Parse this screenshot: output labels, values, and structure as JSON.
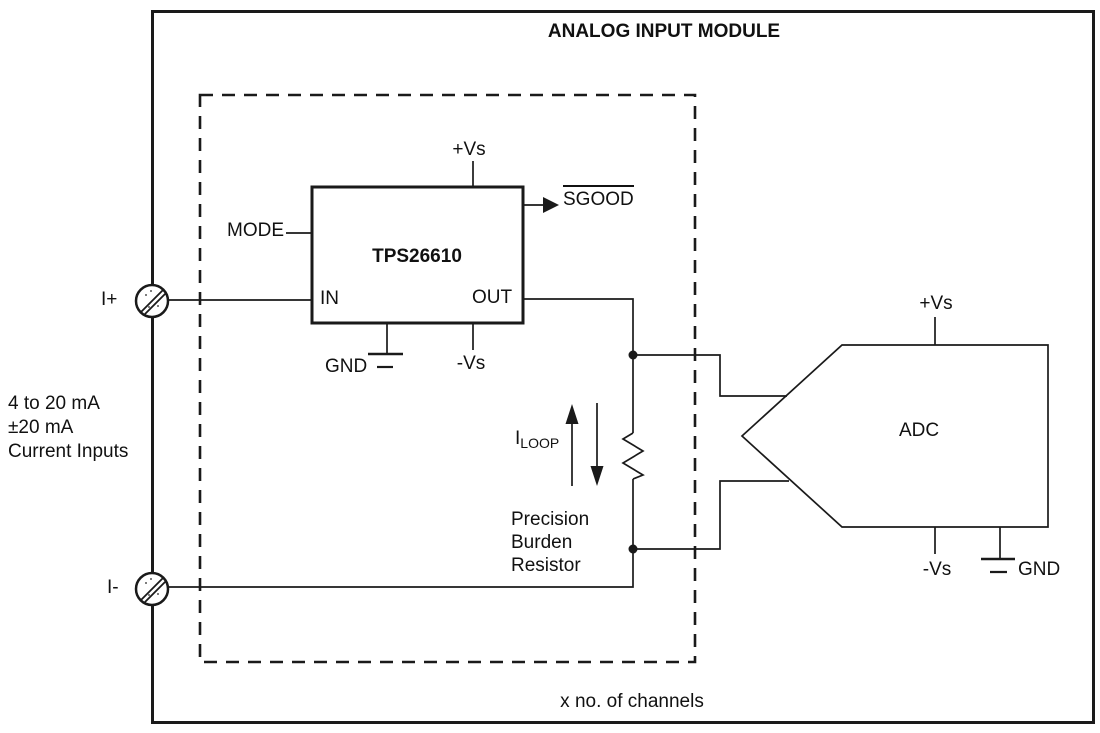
{
  "diagram": {
    "title": "ANALOG INPUT MODULE",
    "channels_note": "x no. of channels",
    "input_description": {
      "line1": "4 to 20 mA",
      "line2": "±20 mA",
      "line3": "Current Inputs"
    },
    "terminals": {
      "positive": "I+",
      "negative": "I-"
    },
    "tps": {
      "name": "TPS26610",
      "pin_mode": "MODE",
      "pin_in": "IN",
      "pin_out": "OUT",
      "pin_plus_vs": "+Vs",
      "pin_minus_vs": "-Vs",
      "pin_gnd": "GND",
      "pin_sgood": "SGOOD"
    },
    "loop_current": {
      "symbol": "I",
      "subscript": "LOOP"
    },
    "burden_resistor": {
      "line1": "Precision",
      "line2": "Burden",
      "line3": "Resistor"
    },
    "adc": {
      "name": "ADC",
      "pin_plus_vs": "+Vs",
      "pin_minus_vs": "-Vs",
      "pin_gnd": "GND"
    },
    "colors": {
      "line": "#1a1a1a",
      "text": "#111111",
      "background": "#ffffff"
    },
    "icons": {
      "screw_terminal": "circle-with-diagonal-slash",
      "ground": "two-bar-ground-symbol",
      "junction": "filled-dot",
      "signal_arrow": "filled-right-triangle"
    }
  }
}
